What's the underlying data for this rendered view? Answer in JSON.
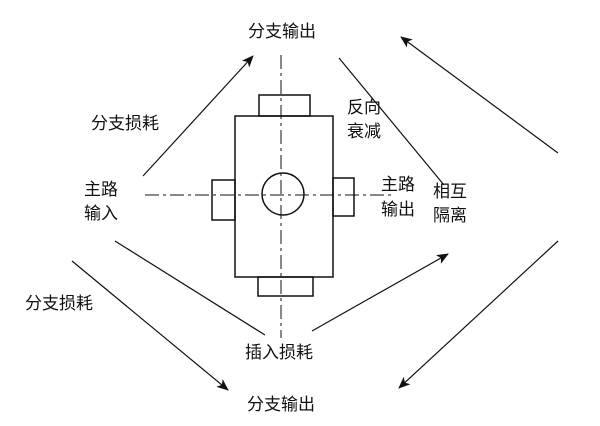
{
  "diagram": {
    "labels": {
      "top_output": "分支输出",
      "bottom_output": "分支输出",
      "left_upper_loss": "分支损耗",
      "left_lower_loss": "分支损耗",
      "main_input_line1": "主路",
      "main_input_line2": "输入",
      "reverse_line1": "反向",
      "reverse_line2": "衰减",
      "main_output_line1": "主路",
      "main_output_line2": "输出",
      "isolation_line1": "相互",
      "isolation_line2": "隔离",
      "insertion_loss": "插入损耗"
    },
    "colors": {
      "ink": "#111111",
      "background": "#ffffff"
    }
  }
}
